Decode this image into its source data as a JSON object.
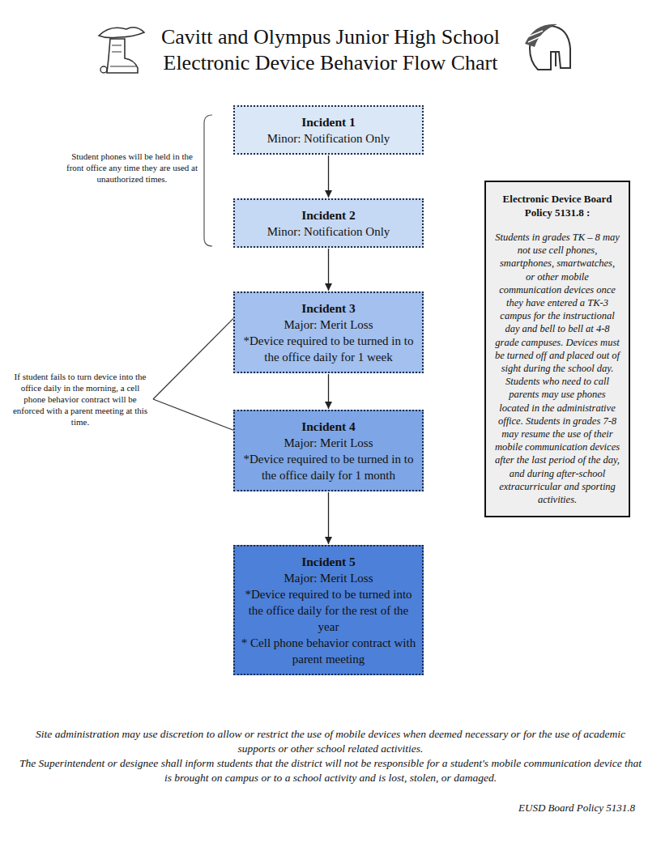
{
  "diagram": {
    "title": "Cavitt and Olympus Junior High School Electronic Device Behavior Flow Chart",
    "nodes": [
      {
        "text": [
          "Incident 1",
          "Minor: Notification Only"
        ]
      },
      {
        "text": [
          "Incident 2",
          "Minor: Notification Only"
        ]
      },
      {
        "text": [
          "Incident 3",
          "Major: Merit Loss",
          "*Device required to be turned in to the office daily for 1 week"
        ]
      },
      {
        "text": [
          "Incident 4",
          "Major: Merit Loss",
          "*Device required to be turned in to the office daily for 1 month"
        ]
      },
      {
        "text": [
          "Incident 5",
          "Major: Merit Loss",
          "*Device required to be turned into the office daily for the rest of the year",
          "* Cell phone behavior contract with parent meeting"
        ]
      },
      {
        "text": [
          "Electronic Device Board Policy 5131.8 :",
          "Students in grades TK – 8 may not use cell phones, smartphones, smartwatches, or other mobile communication devices once they have entered a TK-3 campus for the instructional day and bell to bell at 4-8 grade campuses. Devices must be turned off and placed out of sight during the school day. Students who need to call parents may use phones located in the administrative office. Students in grades 7-8 may resume the use of their mobile communication devices after the last period of the day, and during after-school extracurricular and sporting activities."
        ]
      }
    ],
    "edges": [
      {
        "from": 0,
        "to": 1,
        "arrow": "to"
      },
      {
        "from": 1,
        "to": 2,
        "arrow": "to"
      },
      {
        "from": 2,
        "to": 3,
        "arrow": "to"
      },
      {
        "from": 3,
        "to": 4,
        "arrow": "to"
      }
    ],
    "labels": [
      "Student phones will be held in the front office any time they are used at unauthorized times.",
      "If student fails to turn device into the office daily in the morning, a cell phone behavior contract will be enforced with a parent meeting at this time.",
      "Site administration may use discretion to allow or restrict the use of mobile devices when deemed necessary or for the use of academic supports or other school related activities.",
      "The Superintendent or designee shall inform students that the district will not be responsible for a student's mobile communication device that is brought on campus or to a school activity and is lost, stolen, or damaged.",
      "EUSD Board Policy 5131.8"
    ]
  }
}
